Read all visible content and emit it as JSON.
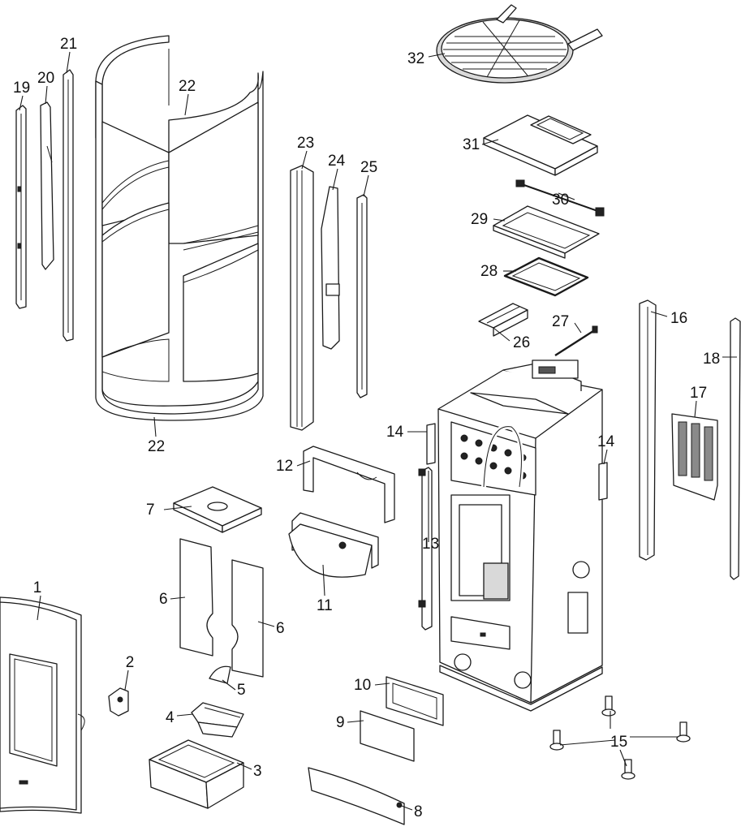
{
  "callouts": {
    "c1": "1",
    "c2": "2",
    "c3": "3",
    "c4": "4",
    "c5": "5",
    "c6a": "6",
    "c6b": "6",
    "c7": "7",
    "c8": "8",
    "c9": "9",
    "c10": "10",
    "c11": "11",
    "c12": "12",
    "c13": "13",
    "c14a": "14",
    "c14b": "14",
    "c15": "15",
    "c16": "16",
    "c17": "17",
    "c18": "18",
    "c19": "19",
    "c20": "20",
    "c21": "21",
    "c22a": "22",
    "c22b": "22",
    "c23": "23",
    "c24": "24",
    "c25": "25",
    "c26": "26",
    "c27": "27",
    "c28": "28",
    "c29": "29",
    "c30": "30",
    "c31": "31",
    "c32": "32"
  }
}
